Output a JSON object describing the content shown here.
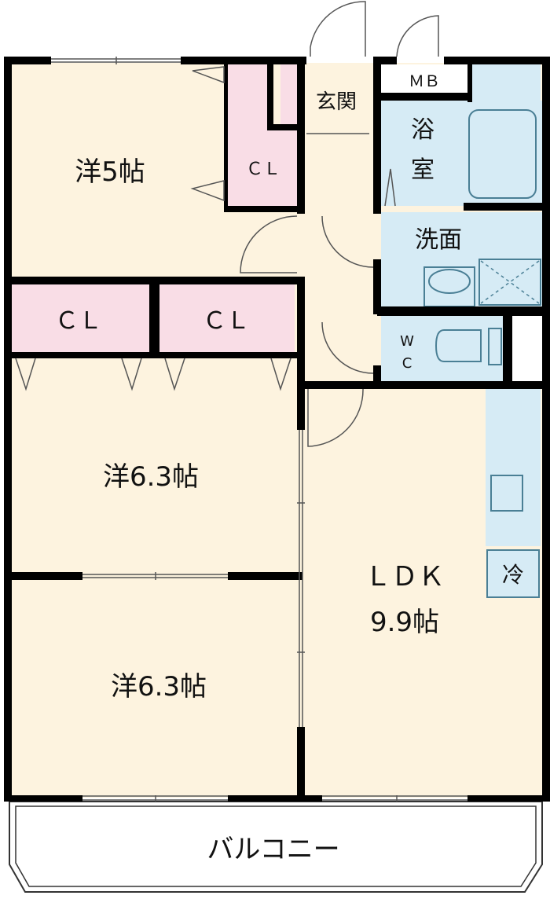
{
  "rooms": {
    "western_5": "洋5帖",
    "western_63_upper": "洋6.3帖",
    "western_63_lower": "洋6.3帖",
    "ldk_name": "ＬＤＫ",
    "ldk_size": "9.9帖",
    "entrance": "玄関",
    "bath_1": "浴",
    "bath_2": "室",
    "washroom": "洗面",
    "wc_1": "W",
    "wc_2": "C",
    "mb": "ＭＢ",
    "fridge": "冷",
    "balcony": "バルコニー",
    "closet_1": "ＣＬ",
    "closet_2": "ＣＬ",
    "closet_3": "ＣＬ"
  },
  "colors": {
    "room": "#fdf3df",
    "closet": "#f9dde6",
    "wet": "#d6ebf5",
    "wall": "#000000"
  }
}
